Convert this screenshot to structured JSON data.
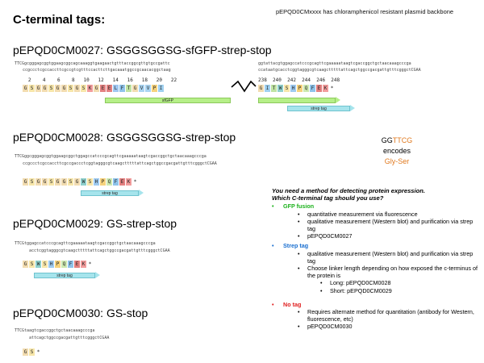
{
  "header": {
    "title": "C-terminal tags:",
    "note": "pEPQD0CMxxxx  has chloramphenicol resistant plasmid backbone"
  },
  "constructs": [
    {
      "name": "pEPQD0CM0027: GSGGSGGSG-sfGFP-strep-stop",
      "dna_top_left": "TTCGgcgggagcggtggaagcggcagcaaaggtgaagaactgtttaccggcgttgtgccgattc",
      "dna_bot_left": "ccgccctcgccaccttcgccgtcgtttccacttcttgacaaatggccgcaacacggctaag",
      "dna_top_right": "ggtattacgtggagccatcccgcagttcgaaaaataagtcgaccggctgctaacaaagcccga",
      "dna_bot_right": "ccataatgcacctcggtagggcgtcaagctttttattcagctggccgacgattgtttcgggctCGAA",
      "aa_numbers_left": "   2    4    6    8   10   12   14   16   18   20   22",
      "aa_numbers_right": "238  240  242  244  246  248",
      "aa_left": [
        "G",
        "S",
        "G",
        "G",
        "S",
        "G",
        "G",
        "S",
        "G",
        "S",
        "K",
        "G",
        "E",
        "E",
        "L",
        "F",
        "T",
        "G",
        "V",
        "V",
        "P",
        "I"
      ],
      "aa_right": [
        "G",
        "I",
        "T",
        "W",
        "S",
        "H",
        "P",
        "Q",
        "F",
        "E",
        "K",
        "*"
      ],
      "features": [
        "sfGFP",
        "strep tag"
      ]
    },
    {
      "name": "pEPQD0CM0028: GSGGSGGSG-strep-stop",
      "dna_top": "TTCGggcgggagcggtggaagcggctggagccatcccgcagttcgaaaaataagtcgaccggctgctaacaaagcccga",
      "dna_bot": "ccgccctcgccaccttcgccgaccctcggtagggcgtcaagctttttattcagctggccgacgattgtttcgggctCGAA",
      "aa": [
        "G",
        "S",
        "G",
        "G",
        "S",
        "G",
        "G",
        "S",
        "G",
        "W",
        "S",
        "H",
        "P",
        "Q",
        "F",
        "E",
        "K",
        "*"
      ],
      "features": [
        "strep tag"
      ]
    },
    {
      "name": "pEPQD0CM0029: GS-strep-stop",
      "dna_top": "TTCGtggagccatcccgcagttcgaaaaataagtcgaccggctgctaacaaagcccga",
      "dna_bot": "acctcggtagggcgtcaagctttttattcagctggccgacgattgtttcgggctCGAA",
      "aa": [
        "G",
        "S",
        "W",
        "S",
        "H",
        "P",
        "Q",
        "F",
        "E",
        "K",
        "*"
      ],
      "features": [
        "strep tag"
      ]
    },
    {
      "name": "pEPQD0CM0030: GS-stop",
      "dna_top": "TTCGtaagtcgaccggctgctaacaaagcccga",
      "dna_bot": "attcagctggccgacgattgtttcgggctCGAA",
      "aa": [
        "G",
        "S",
        "*"
      ]
    }
  ],
  "encodes": {
    "codon_gg": "GG",
    "codon_ttcg": "TTCG",
    "word": "encodes",
    "result": "Gly-Ser"
  },
  "panel": {
    "question_1": "You need a method for detecting protein expression.",
    "question_2": "Which C-terminal tag should you use?",
    "gfp_head": "GFP fusion",
    "gfp_items": [
      "quantitative measurement  via fluorescence",
      "qualitative measurement  (Western blot) and purification via strep tag",
      "pEPQD0CM0027"
    ],
    "strep_head": "Strep tag",
    "strep_items": [
      "qualitative measurement  (Western blot) and purification via strep tag",
      "Choose linker length depending on how exposed the c-terminus of the protein is"
    ],
    "strep_sub": [
      "Long: pEPQD0CM0028",
      "Short: pEPQD0CM0029"
    ],
    "notag_head": "No tag",
    "notag_items": [
      "Requires alternate method for quantitation (antibody for Western, fluorescence, etc)",
      "pEPQD0CM0030"
    ]
  },
  "colors": {
    "gly": "#f2dcb0",
    "ser": "#f7e6a9",
    "lys": "#f29c9c",
    "glu": "#e38080",
    "leu": "#9fc6f0",
    "phe": "#8fc3ea",
    "thr": "#bfe3a2",
    "val": "#a9d4f2",
    "pro": "#f6d27c",
    "ile": "#9fd0f0",
    "trp": "#8fd0cc",
    "his": "#9ecaf0",
    "gln": "#cde9b0",
    "stop": "#ffffff"
  }
}
